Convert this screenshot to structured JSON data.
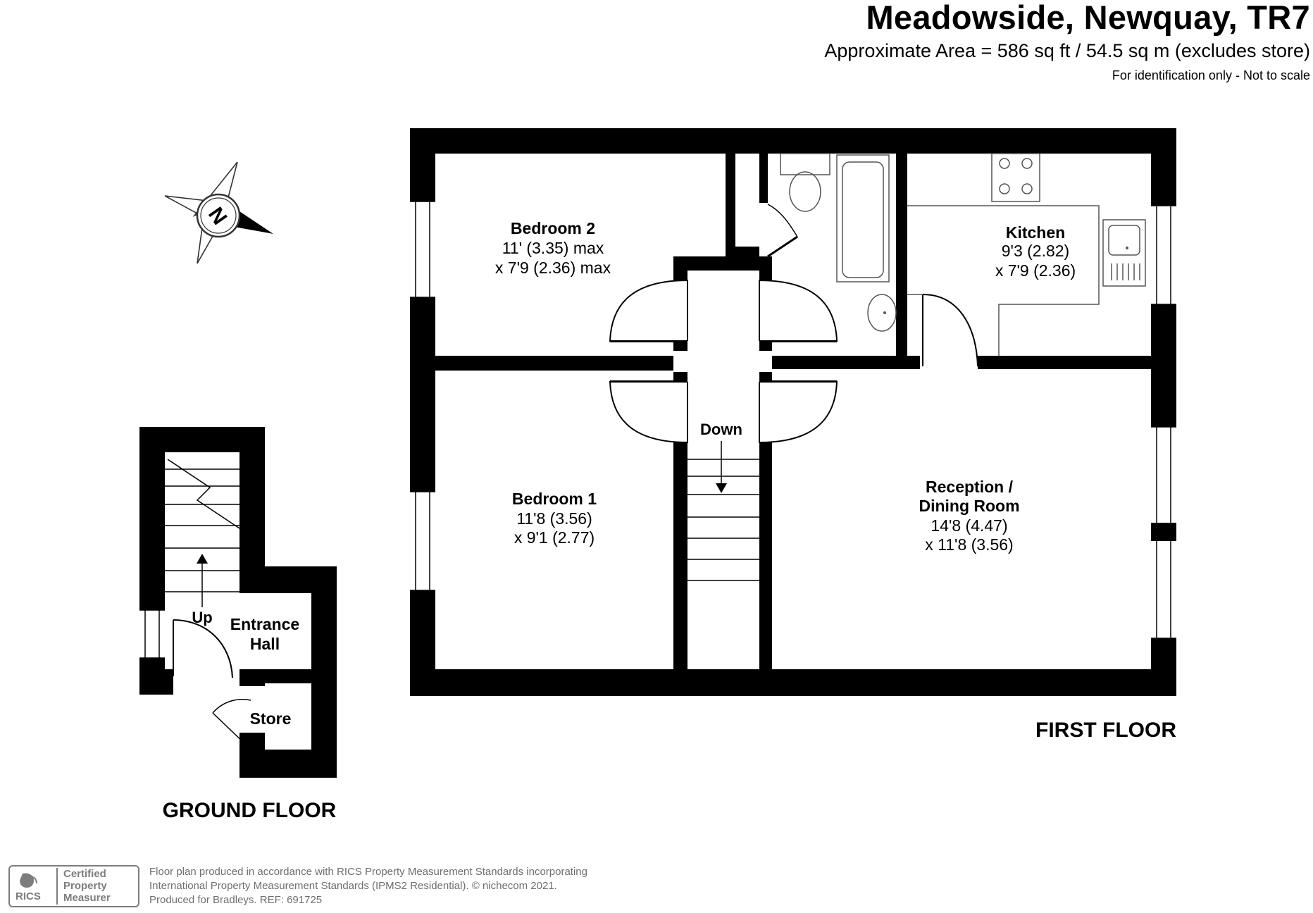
{
  "header": {
    "title": "Meadowside, Newquay, TR7",
    "area": "Approximate Area = 586 sq ft / 54.5 sq m (excludes store)",
    "scale_note": "For identification only - Not to scale"
  },
  "compass": {
    "letter": "N"
  },
  "first_floor": {
    "label": "FIRST FLOOR",
    "stairs_label": "Down",
    "rooms": {
      "bedroom2": {
        "name": "Bedroom 2",
        "dim1": "11' (3.35) max",
        "dim2": "x 7'9 (2.36) max"
      },
      "kitchen": {
        "name": "Kitchen",
        "dim1": "9'3 (2.82)",
        "dim2": "x 7'9 (2.36)"
      },
      "bedroom1": {
        "name": "Bedroom 1",
        "dim1": "11'8 (3.56)",
        "dim2": "x 9'1 (2.77)"
      },
      "reception": {
        "name1": "Reception /",
        "name2": "Dining Room",
        "dim1": "14'8 (4.47)",
        "dim2": "x 11'8 (3.56)"
      }
    }
  },
  "ground_floor": {
    "label": "GROUND FLOOR",
    "stairs_label": "Up",
    "entrance_line1": "Entrance",
    "entrance_line2": "Hall",
    "store": "Store"
  },
  "footer": {
    "badge_logo": "RICS",
    "badge_line1": "Certified",
    "badge_line2": "Property",
    "badge_line3": "Measurer",
    "line1": "Floor plan produced in accordance with RICS Property Measurement Standards incorporating",
    "line2": "International Property Measurement Standards (IPMS2 Residential).  © nichecom 2021.",
    "line3": "Produced for Bradleys.    REF: 691725"
  },
  "colors": {
    "wall": "#000000",
    "fixture": "#555555",
    "footer_grey": "#7d7d7d"
  }
}
